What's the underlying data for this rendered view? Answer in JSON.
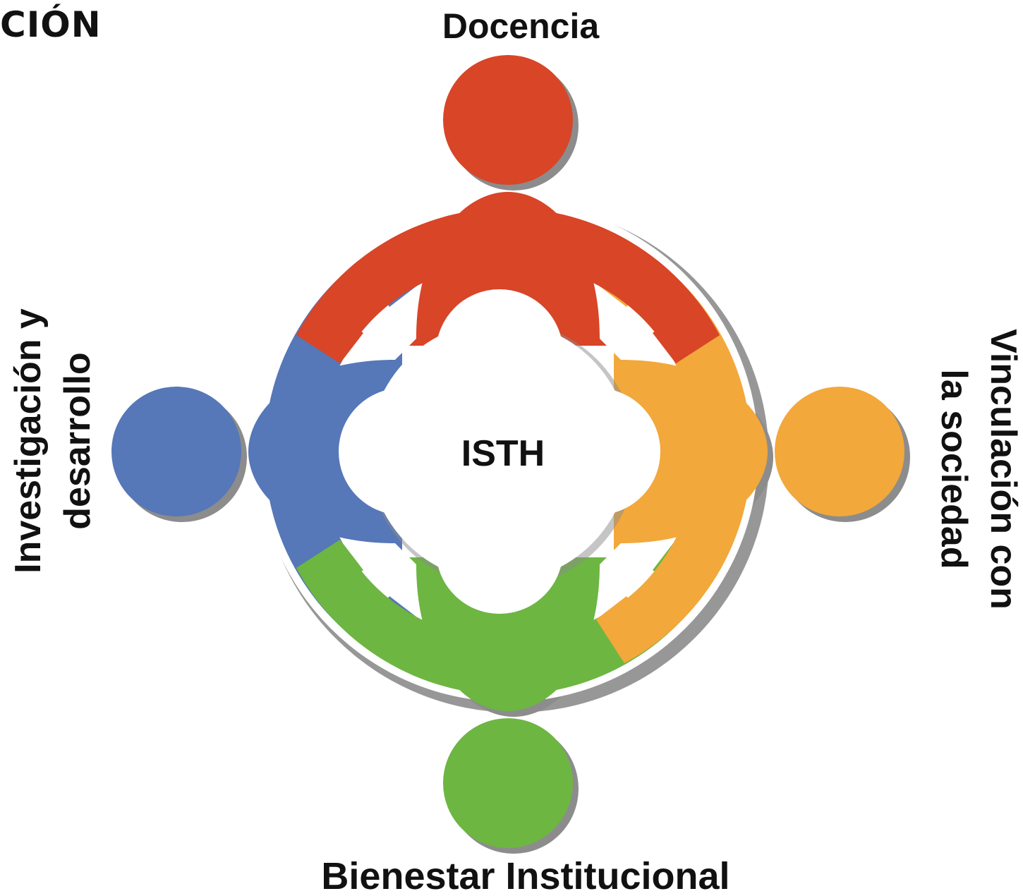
{
  "heading_fragment": "CIÓN",
  "center_label": "ISTH",
  "figures": {
    "top": {
      "label": "Docencia",
      "color": "#d84527"
    },
    "right": {
      "label_line1": "Vinculación con",
      "label_line2": "la sociedad",
      "color": "#f2a83b"
    },
    "bottom": {
      "label": "Bienestar Institucional",
      "color": "#6db642"
    },
    "left": {
      "label_line1": "Investigación y",
      "label_line2": "desarrollo",
      "color": "#5677b8"
    }
  },
  "colors": {
    "shadow": "#8c8c8c",
    "center_fill": "#ffffff"
  }
}
